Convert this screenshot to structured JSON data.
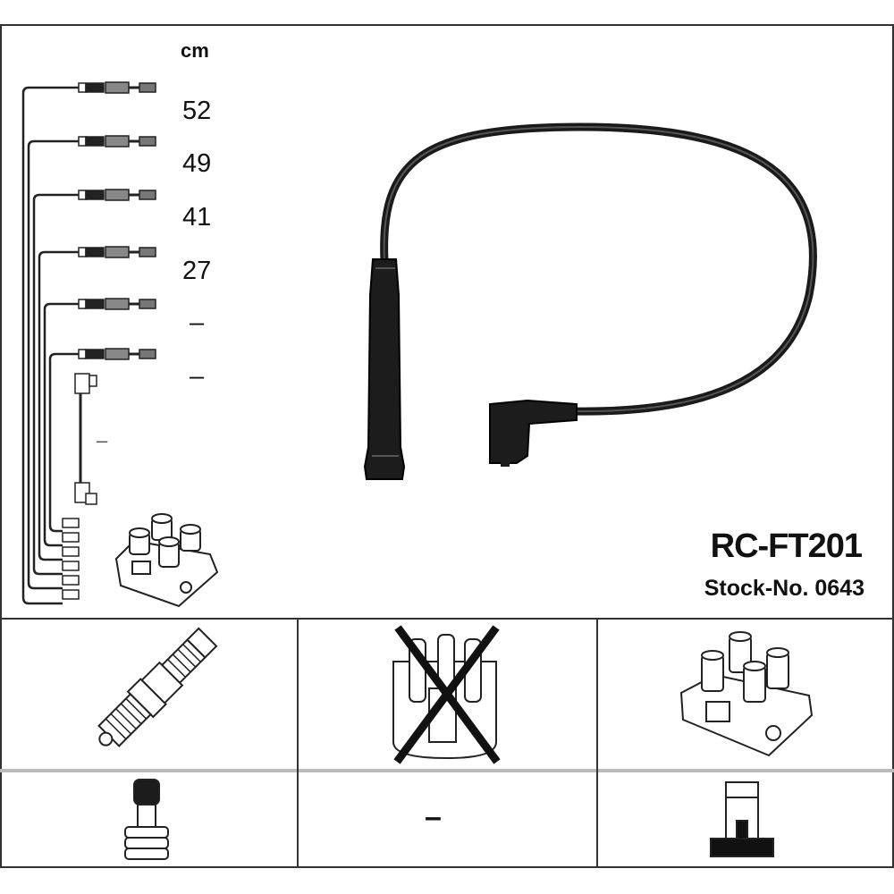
{
  "product": {
    "model": "RC-FT201",
    "stock_label": "Stock-No. 0643"
  },
  "lengths": {
    "unit": "cm",
    "values": [
      "52",
      "49",
      "41",
      "27",
      "–",
      "–"
    ],
    "coil_lead": "–"
  },
  "compatibility": {
    "spark_plug": "spark-plug-icon",
    "distributor_cap_excluded": "distributor-cap-crossed-icon",
    "ignition_coil": "ignition-coil-icon",
    "plug_connector": "plug-connector-icon",
    "distributor_connector": "–",
    "coil_connector": "coil-connector-icon"
  }
}
